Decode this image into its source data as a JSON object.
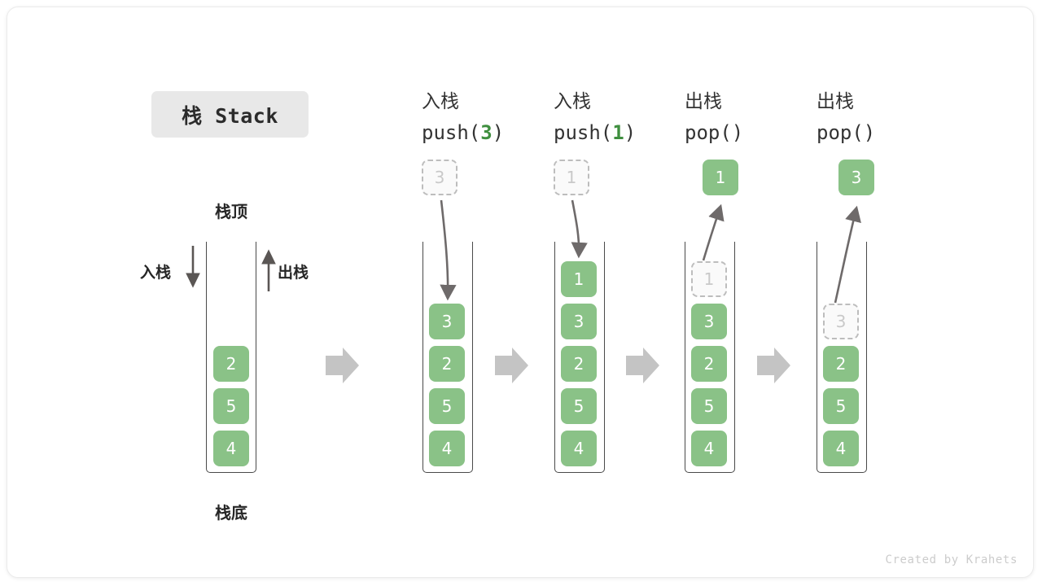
{
  "title_chip": {
    "label": "栈 Stack"
  },
  "labels": {
    "top": "栈顶",
    "bottom": "栈底",
    "push_side": "入栈",
    "pop_side": "出栈"
  },
  "watermark": "Created by Krahets",
  "colors": {
    "cell_green": "#8ac287",
    "ghost_fill": "#fafafa",
    "ghost_border": "#bdbdbd",
    "arrow_gray": "#6e6a6a",
    "step_arrow_gray": "#c4c4c4",
    "tube_stroke": "#4a4a4a",
    "chip_bg": "#e8e8e8",
    "accent_green_text": "#3f8f3f"
  },
  "initial_stack": {
    "caption_top": "栈顶",
    "caption_bottom": "栈底",
    "cells": [
      "2",
      "5",
      "4"
    ]
  },
  "steps": [
    {
      "id": "push-3",
      "head_line1": "入栈",
      "head_op": "push(",
      "head_arg": "3",
      "head_close": ")",
      "ghost_top": "3",
      "ghost_in_tube": null,
      "popped": null,
      "cells": [
        "3",
        "2",
        "5",
        "4"
      ]
    },
    {
      "id": "push-1",
      "head_line1": "入栈",
      "head_op": "push(",
      "head_arg": "1",
      "head_close": ")",
      "ghost_top": "1",
      "ghost_in_tube": null,
      "popped": null,
      "cells": [
        "1",
        "3",
        "2",
        "5",
        "4"
      ]
    },
    {
      "id": "pop-1",
      "head_line1": "出栈",
      "head_op": "pop(",
      "head_arg": "",
      "head_close": ")",
      "ghost_top": null,
      "ghost_in_tube": "1",
      "popped": "1",
      "cells": [
        "3",
        "2",
        "5",
        "4"
      ]
    },
    {
      "id": "pop-2",
      "head_line1": "出栈",
      "head_op": "pop(",
      "head_arg": "",
      "head_close": ")",
      "ghost_top": null,
      "ghost_in_tube": "3",
      "popped": "3",
      "cells": [
        "2",
        "5",
        "4"
      ]
    }
  ]
}
